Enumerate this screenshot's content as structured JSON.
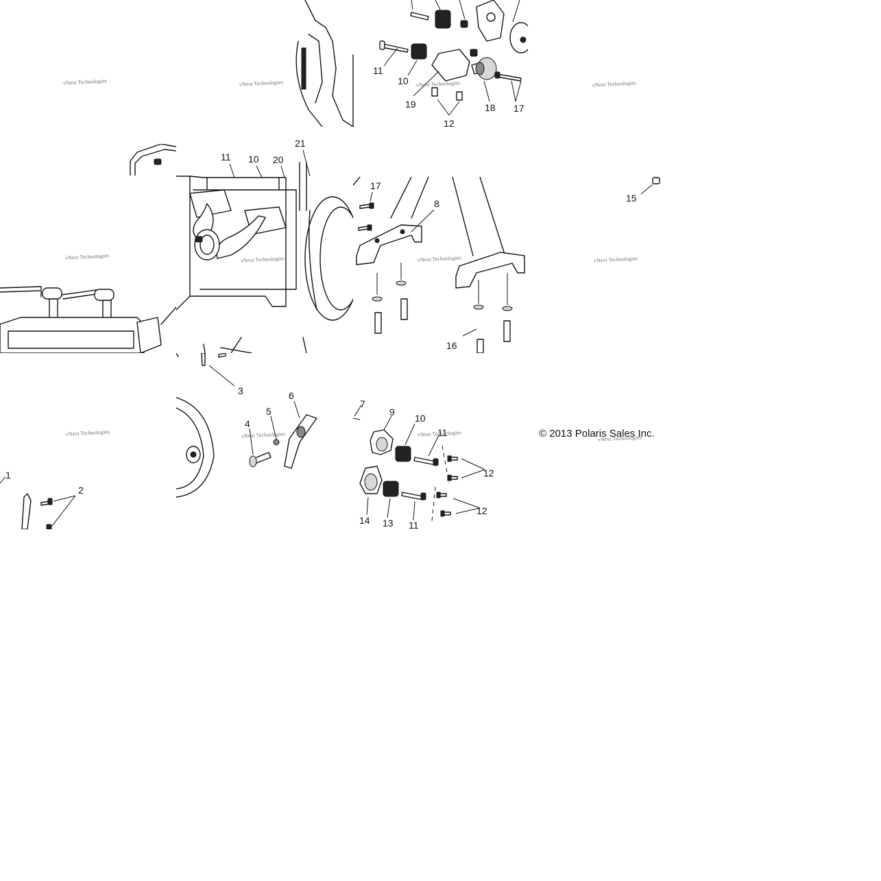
{
  "watermark_text": "vNext Technologies",
  "copyright": "© 2013 Polaris Sales Inc.",
  "callouts": [
    "1",
    "2",
    "3",
    "4",
    "5",
    "6",
    "7",
    "8",
    "9",
    "10",
    "11",
    "12",
    "13",
    "14",
    "15",
    "16",
    "17",
    "18",
    "19",
    "20",
    "21"
  ]
}
